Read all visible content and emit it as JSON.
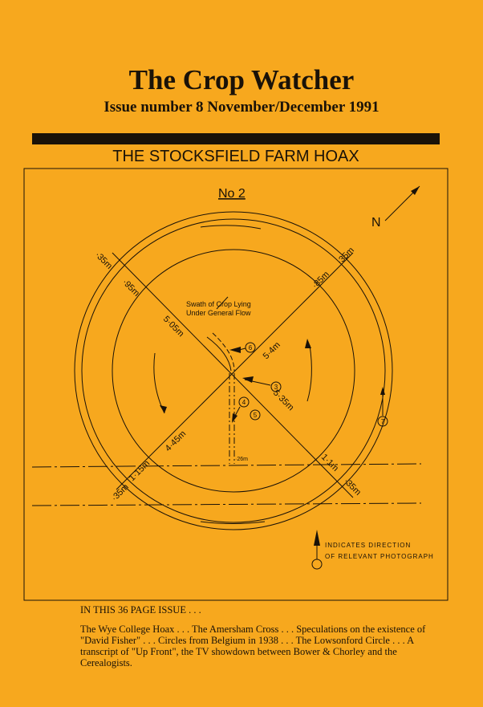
{
  "header": {
    "title": "The Crop Watcher",
    "issue": "Issue number 8  November/December 1991"
  },
  "article": {
    "title": "THE STOCKSFIELD FARM HOAX"
  },
  "diagram": {
    "number": "No 2",
    "north": "N",
    "swath_note": [
      "Swath  of Crop Lying",
      "Under General Flow"
    ],
    "measurements": {
      "nw_outer": "·35m",
      "nw_ring": "·95m",
      "nw_radius": "5·05m",
      "ne_outer": "·35m",
      "ne_ring": "·85m",
      "ne_radius": "5·4m",
      "se_radius": "5·35m",
      "se_ring": "1·1m",
      "se_outer": "·35m",
      "sw_radius": "4·45m",
      "sw_ring": "1·15m",
      "sw_outer": "·35m",
      "track": "·26m"
    },
    "markers": [
      "3",
      "4",
      "5",
      "6",
      "7"
    ],
    "legend": [
      "Indicates Direction",
      "of Relevant Photograph"
    ]
  },
  "contents": {
    "heading": "IN THIS 36 PAGE ISSUE . . .",
    "body": "The Wye College Hoax . . .  The Amersham Cross . . .  Speculations on the existence of \"David Fisher\" . . .  Circles from Belgium in 1938 . . .  The Lowsonford Circle . . .  A transcript of \"Up Front\", the TV showdown between Bower & Chorley and the Cerealogists."
  }
}
